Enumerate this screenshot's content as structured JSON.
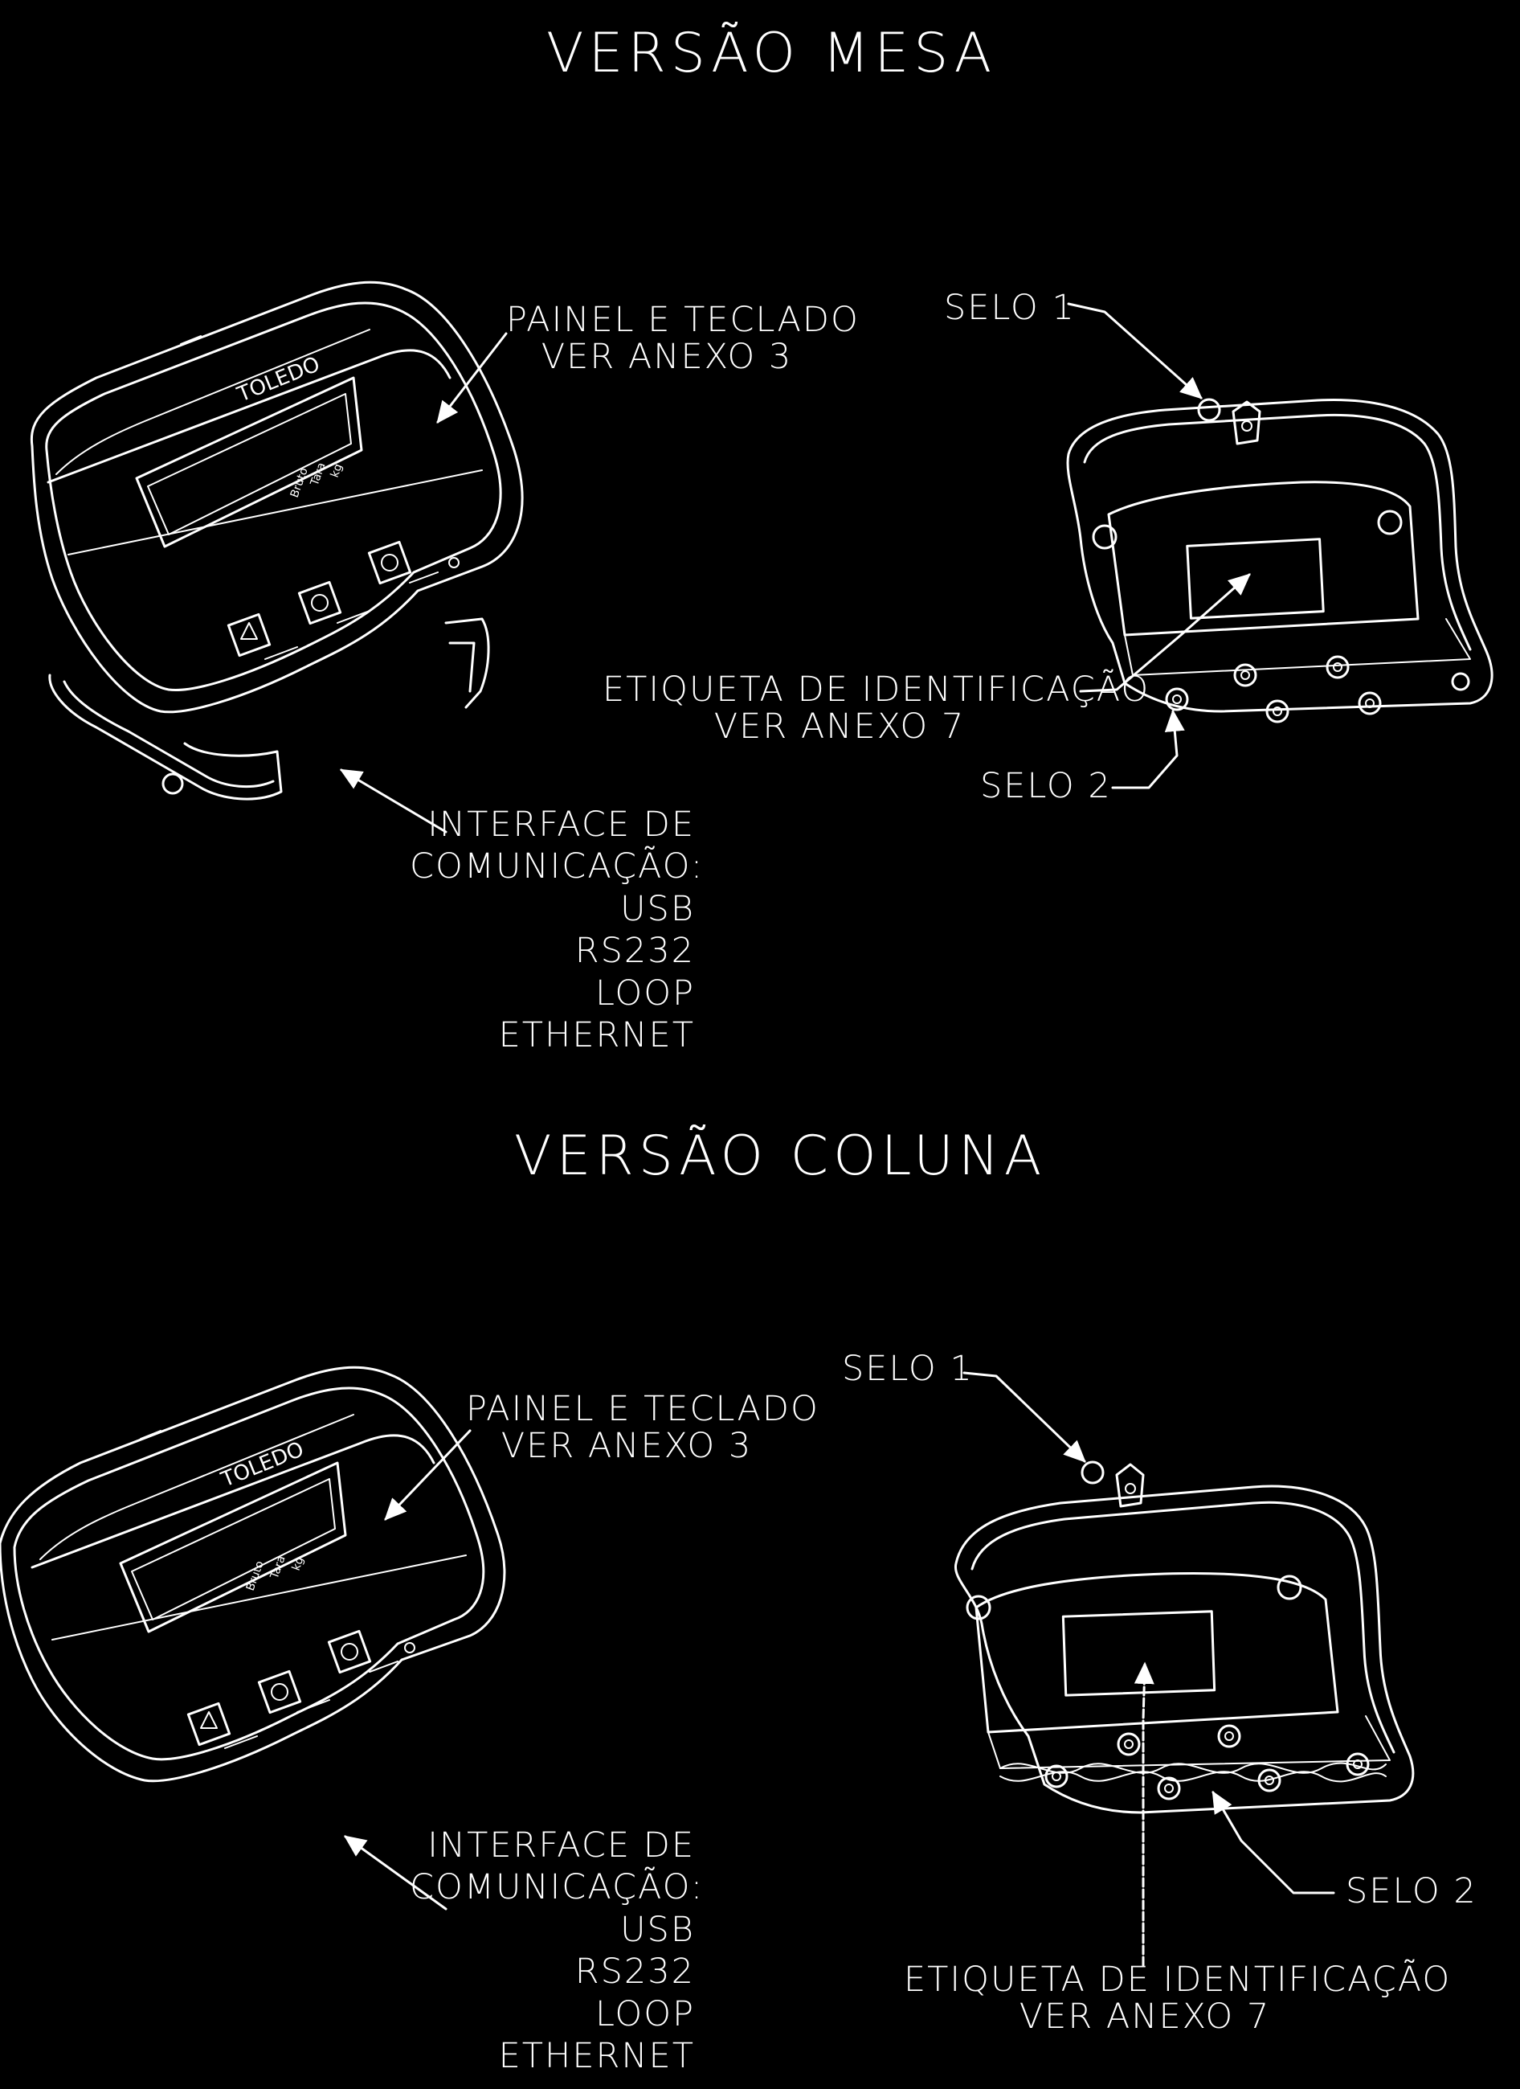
{
  "sections": [
    {
      "title": "VERSÃO MESA",
      "front_callout": [
        "PAINEL E TECLADO",
        "VER ANEXO 3"
      ],
      "seal_1": "SELO 1",
      "seal_2": "SELO 2",
      "label_callout": [
        "ETIQUETA DE IDENTIFICAÇÃO",
        "VER ANEXO 7"
      ],
      "interface": {
        "heading": [
          "INTERFACE DE",
          "COMUNICAÇÃO:"
        ],
        "items": [
          "USB",
          "RS232",
          "LOOP",
          "ETHERNET"
        ]
      }
    },
    {
      "title": "VERSÃO COLUNA",
      "front_callout": [
        "PAINEL E TECLADO",
        "VER ANEXO 3"
      ],
      "seal_1": "SELO 1",
      "seal_2": "SELO 2",
      "label_callout": [
        "ETIQUETA DE IDENTIFICAÇÃO",
        "VER ANEXO 7"
      ],
      "interface": {
        "heading": [
          "INTERFACE DE",
          "COMUNICAÇÃO:"
        ],
        "items": [
          "USB",
          "RS232",
          "LOOP",
          "ETHERNET"
        ]
      }
    }
  ],
  "device": {
    "brand": "TOLEDO",
    "units": [
      "Bruto",
      "Tara",
      "kg"
    ]
  },
  "colors": {
    "background": "#000000",
    "line": "#ffffff"
  }
}
